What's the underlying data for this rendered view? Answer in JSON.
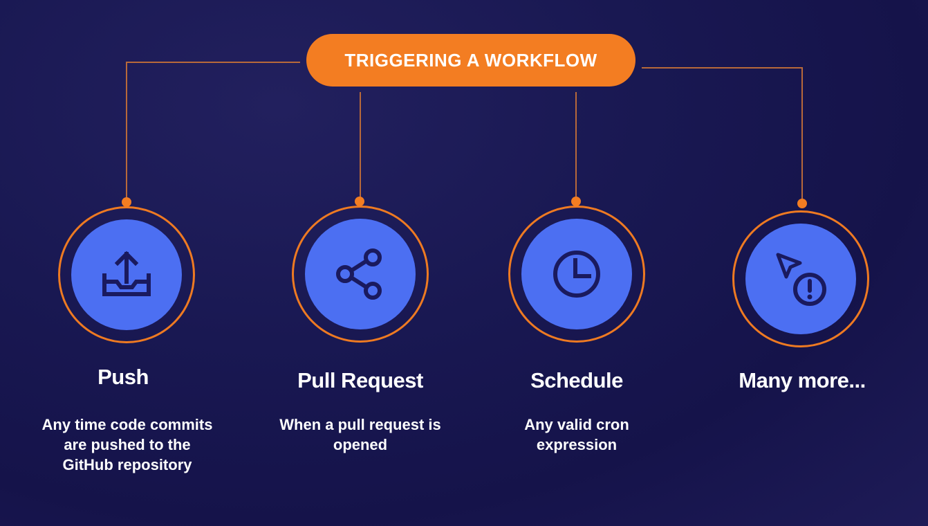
{
  "title": "TRIGGERING A WORKFLOW",
  "colors": {
    "accent": "#f37d22",
    "node_fill": "#4c6ff2",
    "icon": "#1a1a5e",
    "background": "#191852"
  },
  "triggers": [
    {
      "label": "Push",
      "description": "Any time code commits are pushed to the GitHub repository",
      "icon": "upload-icon"
    },
    {
      "label": "Pull Request",
      "description": "When a pull request is opened",
      "icon": "share-icon"
    },
    {
      "label": "Schedule",
      "description": "Any valid cron expression",
      "icon": "clock-icon"
    },
    {
      "label": "Many more...",
      "description": "",
      "icon": "cursor-alert-icon"
    }
  ]
}
